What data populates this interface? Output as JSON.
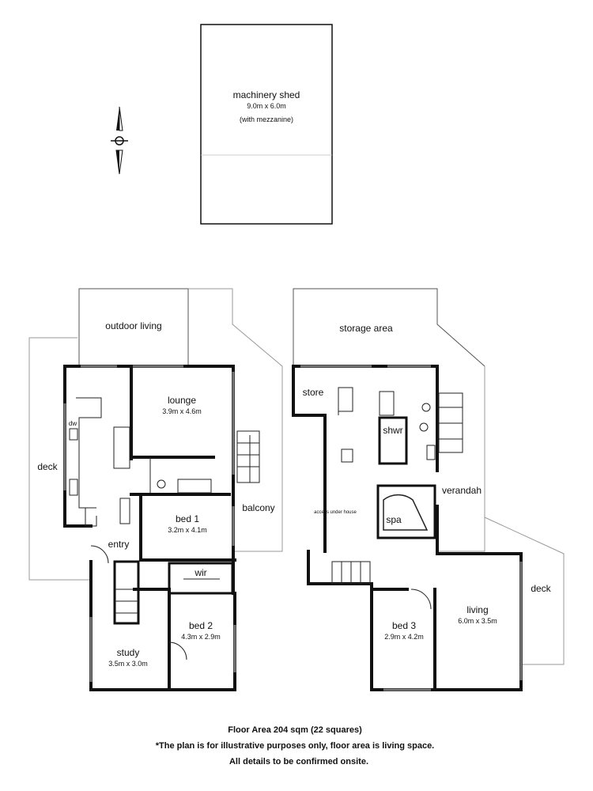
{
  "shed": {
    "title": "machinery shed",
    "size": "9.0m x 6.0m",
    "note": "(with mezzanine)"
  },
  "rooms": {
    "outdoor_living": "outdoor living",
    "lounge": {
      "name": "lounge",
      "size": "3.9m x 4.6m"
    },
    "dw": "dw",
    "deck_left": "deck",
    "bed1": {
      "name": "bed 1",
      "size": "3.2m x 4.1m"
    },
    "balcony": "balcony",
    "entry": "entry",
    "wir": "wir",
    "bed2": {
      "name": "bed 2",
      "size": "4.3m x 2.9m"
    },
    "study": {
      "name": "study",
      "size": "3.5m x 3.0m"
    },
    "storage_area": "storage area",
    "store": "store",
    "shwr": "shwr",
    "verandah": "verandah",
    "spa": "spa",
    "access_note": "access under house",
    "deck_right": "deck",
    "living": {
      "name": "living",
      "size": "6.0m x 3.5m"
    },
    "bed3": {
      "name": "bed 3",
      "size": "2.9m x 4.2m"
    }
  },
  "footer": {
    "area": "Floor Area 204 sqm (22 squares)",
    "disclaimer": "*The plan is for illustrative purposes only, floor area is living space.",
    "confirm": "All details to be confirmed onsite."
  }
}
